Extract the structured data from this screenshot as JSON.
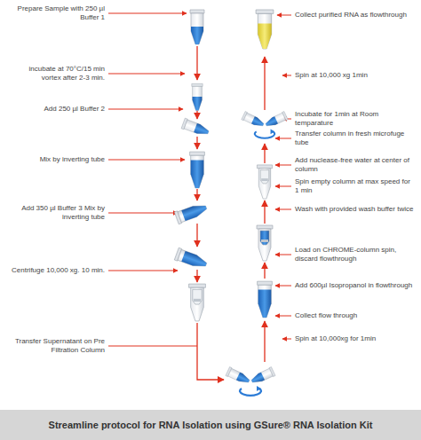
{
  "diagram": {
    "caption": "Streamline protocol for RNA Isolation using GSure® RNA Isolation Kit",
    "labels": [
      "Prepare Sample with 250 µl Buffer 1",
      "incubate at 70°C/15 min vortex after 2-3 min.",
      "Add 250 µl Buffer 2",
      "Mix by inverting tube",
      "Add 350 µl Buffer 3 Mix by inverting tube",
      "Centrifuge 10,000 xg. 10 min.",
      "Transfer Supernatant on Pre Filtration Column",
      "Spin at 10,000xg for 1min",
      "Collect flow through",
      "Add 600µl Isopropanol in flowthrough",
      "Load on CHROME-column spin, discard flowthrough",
      "Wash with provided wash buffer twice",
      "Spin empty column at max speed for 1 min",
      "Add nuclease-free water at center of column",
      "Transfer column in fresh microfuge tube",
      "Incubate for 1min at Room temparature",
      "Spin at 10,000 xg 1min",
      "Collect purified RNA as flowthrough"
    ]
  }
}
